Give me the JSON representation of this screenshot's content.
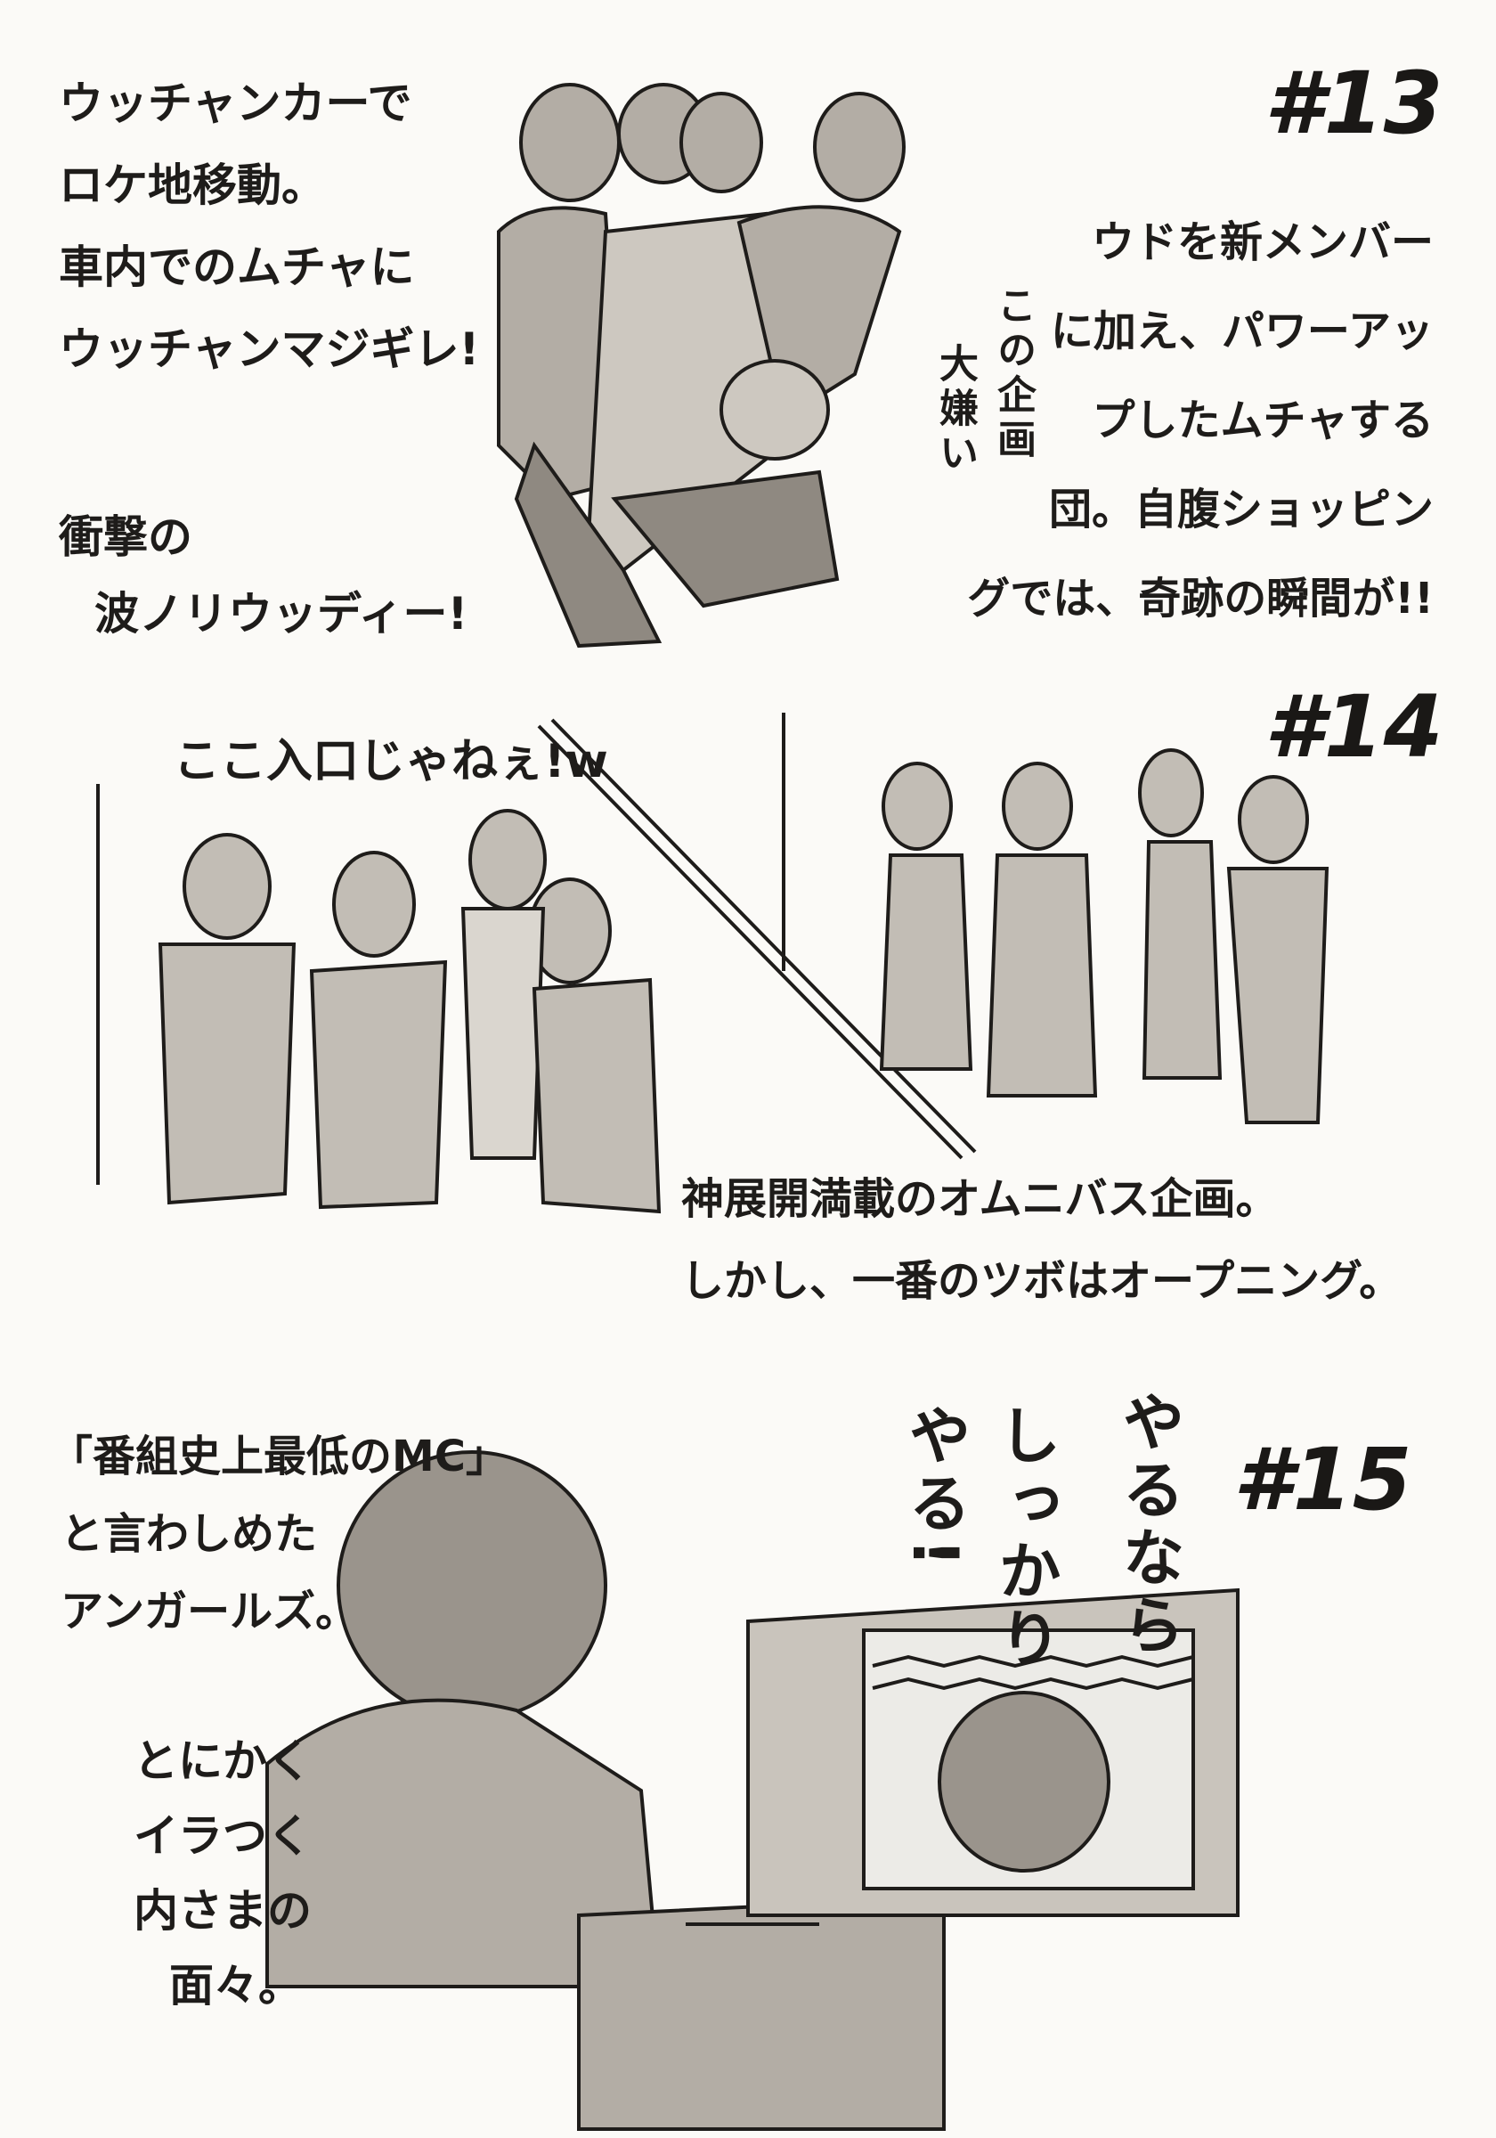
{
  "episodes": [
    {
      "number": "#13",
      "left_caption": [
        "ウッチャンカーで",
        "ロケ地移動。",
        "車内でのムチャに",
        "ウッチャンマジギレ!"
      ],
      "left_caption2": [
        "衝撃の",
        "波ノリウッディー!"
      ],
      "right_caption": [
        "ウドを新メンバー",
        "に加え、パワーアッ",
        "プしたムチャする",
        "団。自腹ショッピン",
        "グでは、奇跡の瞬間が!!"
      ],
      "speech": [
        "この企画",
        "大嫌い"
      ]
    },
    {
      "number": "#14",
      "speech": "ここ入口じゃねぇ!w",
      "caption": [
        "神展開満載のオムニバス企画。",
        "しかし、一番のツボはオープニング。"
      ]
    },
    {
      "number": "#15",
      "left_caption": [
        "「番組史上最低のMC」",
        "と言わしめた",
        "アンガールズ。"
      ],
      "left_caption2": [
        "とにかく",
        "イラつく",
        "内さまの",
        "面々。"
      ],
      "speech": [
        "やるなら",
        "しっかりやる!"
      ]
    }
  ],
  "colors": {
    "paper": "#fbfaf7",
    "ink": "#1e1c1a",
    "shade": "#a39d95",
    "light_shade": "#cdc8c0"
  }
}
